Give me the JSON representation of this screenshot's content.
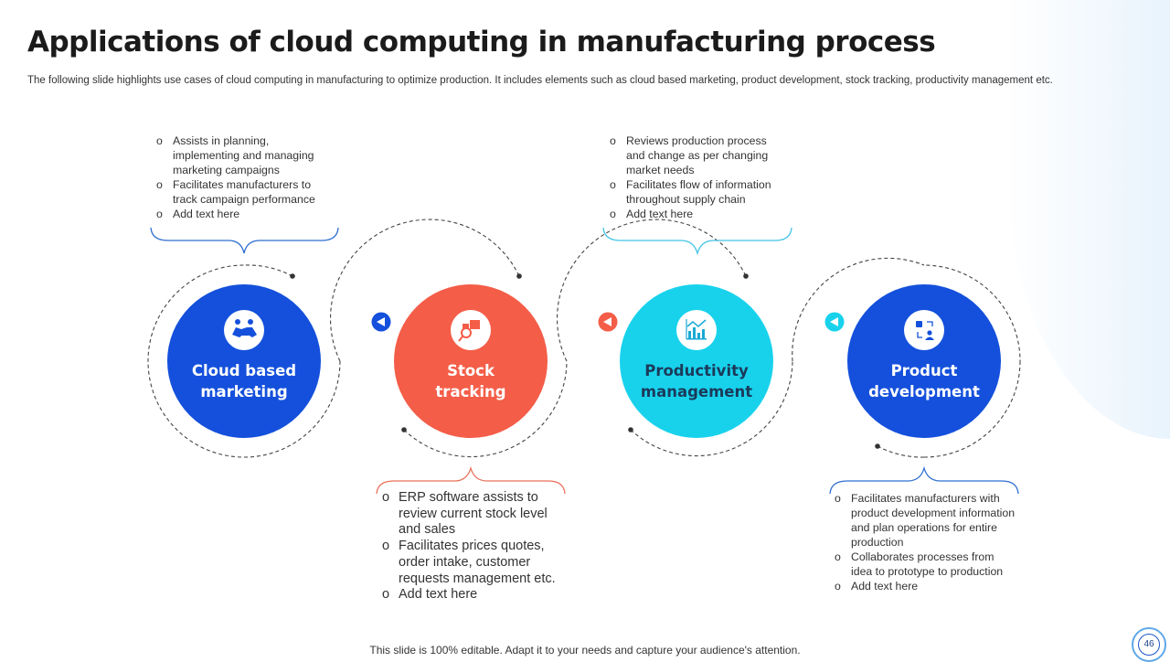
{
  "title": "Applications of cloud computing in manufacturing process",
  "subtitle": "The following slide highlights use cases of cloud computing in manufacturing to optimize production. It includes elements such as cloud based marketing, product development, stock tracking, productivity management etc.",
  "colors": {
    "dark_blue": "#1450dc",
    "coral": "#f45d48",
    "cyan": "#18d2ec",
    "bracket_blue": "#2f6fd1",
    "bracket_coral": "#e9715b",
    "bracket_cyan": "#42c4e6"
  },
  "steps": [
    {
      "label_line1": "Cloud based",
      "label_line2": "marketing",
      "icon": "handshake-icon",
      "bullets": [
        "Assists in planning, implementing and managing marketing campaigns",
        "Facilitates manufacturers to track campaign performance",
        "Add text here"
      ]
    },
    {
      "label_line1": "Stock",
      "label_line2": "tracking",
      "icon": "stock-search-icon",
      "bullets": [
        "ERP software assists to review current stock level and sales",
        "Facilitates prices quotes, order intake, customer requests management etc.",
        "Add text here"
      ]
    },
    {
      "label_line1": "Productivity",
      "label_line2": "management",
      "icon": "growth-chart-icon",
      "bullets": [
        "Reviews production process and change as per changing market needs",
        "Facilitates flow of information throughout supply chain",
        "Add text here"
      ]
    },
    {
      "label_line1": "Product",
      "label_line2": "development",
      "icon": "workflow-icon",
      "bullets": [
        "Facilitates manufacturers with product development information and plan operations for entire production",
        "Collaborates processes from idea to prototype to production",
        "Add text here"
      ]
    }
  ],
  "footer": "This slide is 100% editable. Adapt it to your needs and capture your audience's attention.",
  "page_number": "46"
}
